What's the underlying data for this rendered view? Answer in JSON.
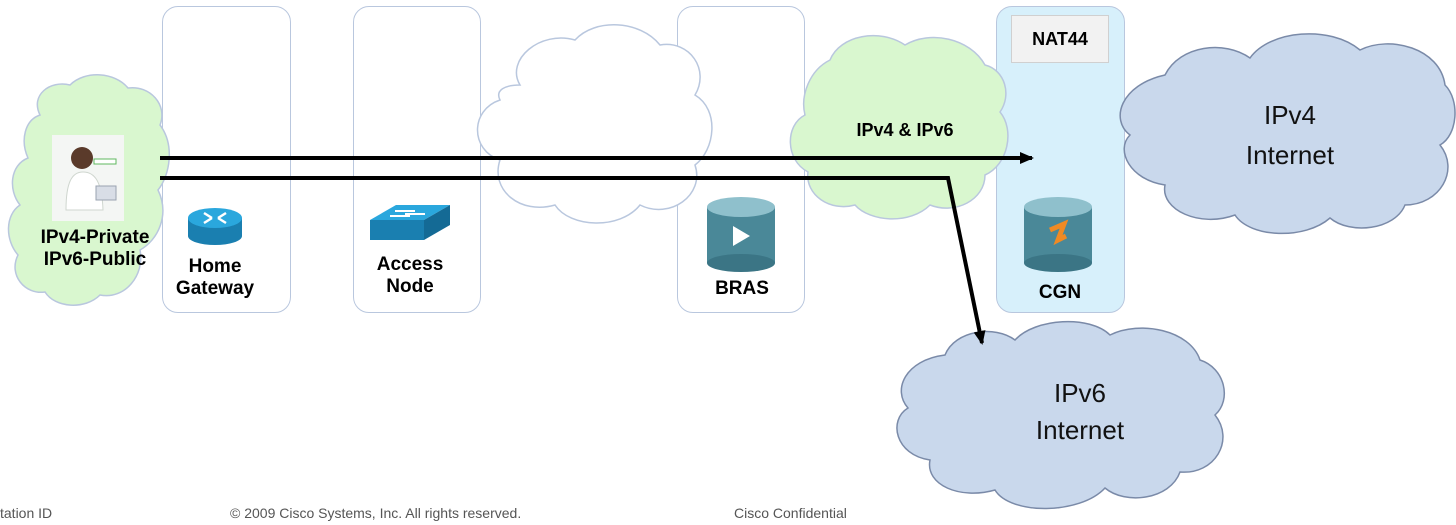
{
  "client": {
    "line1": "IPv4-Private",
    "line2": "IPv6-Public"
  },
  "home_gateway": {
    "line1": "Home",
    "line2": "Gateway"
  },
  "access_node": {
    "line1": "Access",
    "line2": "Node"
  },
  "bras": {
    "label": "BRAS"
  },
  "aggregation_cloud": {
    "label": "IPv4 & IPv6"
  },
  "cgn": {
    "label": "CGN",
    "badge": "NAT44"
  },
  "ipv4_internet": {
    "line1": "IPv4",
    "line2": "Internet"
  },
  "ipv6_internet": {
    "line1": "IPv6",
    "line2": "Internet"
  },
  "footer": {
    "left": "tation  ID",
    "center": "© 2009 Cisco Systems, Inc. All rights reserved.",
    "right": "Cisco Confidential"
  },
  "colors": {
    "green_cloud": "#d9f7cf",
    "blue_cloud": "#c9d8ec",
    "cgn_panel": "#d7f0fb",
    "router_blue": "#2196c9",
    "arrow": "#000000"
  },
  "icons": [
    "user-icon",
    "router-icon",
    "switch-icon",
    "bras-router-icon",
    "cgn-router-icon"
  ]
}
